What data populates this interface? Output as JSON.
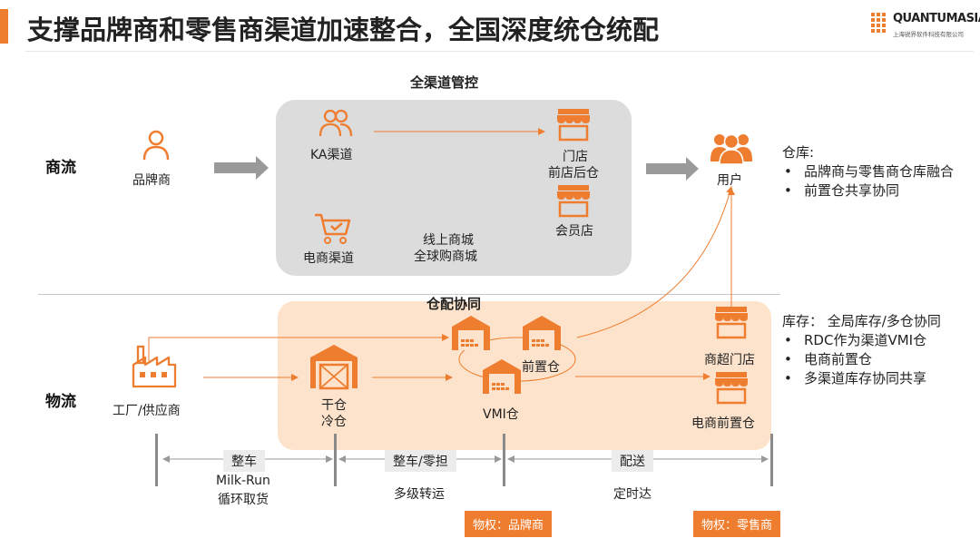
{
  "header": {
    "title": "支撑品牌商和零售商渠道加速整合，全国深度统仓统配",
    "logo_name": "QUANTUMASIA",
    "logo_sub": "上海锐界软件科技有限公司"
  },
  "sections": {
    "commerce": "商流",
    "logistics": "物流"
  },
  "commerce": {
    "box_title": "全渠道管控",
    "brand": "品牌商",
    "ka_channel": "KA渠道",
    "ecommerce_channel": "电商渠道",
    "store_line1": "门店",
    "store_line2": "前店后仓",
    "member_store": "会员店",
    "online_line1": "线上商城",
    "online_line2": "全球购商城",
    "user": "用户"
  },
  "logistics": {
    "box_title": "仓配协同",
    "factory": "工厂/供应商",
    "dry_line1": "干仓",
    "dry_line2": "冷仓",
    "vmi": "VMI仓",
    "front_wh": "前置仓",
    "supermarket": "商超门店",
    "ecom_front": "电商前置仓"
  },
  "notes": {
    "warehouse_title": "仓库:",
    "warehouse_items": [
      "品牌商与零售商仓库融合",
      "前置仓共享协同"
    ],
    "inventory_title": "库存： 全局库存/多仓协同",
    "inventory_items": [
      "RDC作为渠道VMI仓",
      "电商前置仓",
      "多渠道库存协同共享"
    ]
  },
  "timeline": {
    "seg1_tag": "整车",
    "seg1_line1": "Milk-Run",
    "seg1_line2": "循环取货",
    "seg2_tag": "整车/零担",
    "seg2_desc": "多级转运",
    "seg3_tag": "配送",
    "seg3_desc": "定时达",
    "owner_brand": "物权：品牌商",
    "owner_retail": "物权：零售商"
  },
  "colors": {
    "accent": "#ef7d2f",
    "gray_box": "#dcdcdc",
    "orange_box": "#fde3cb"
  }
}
